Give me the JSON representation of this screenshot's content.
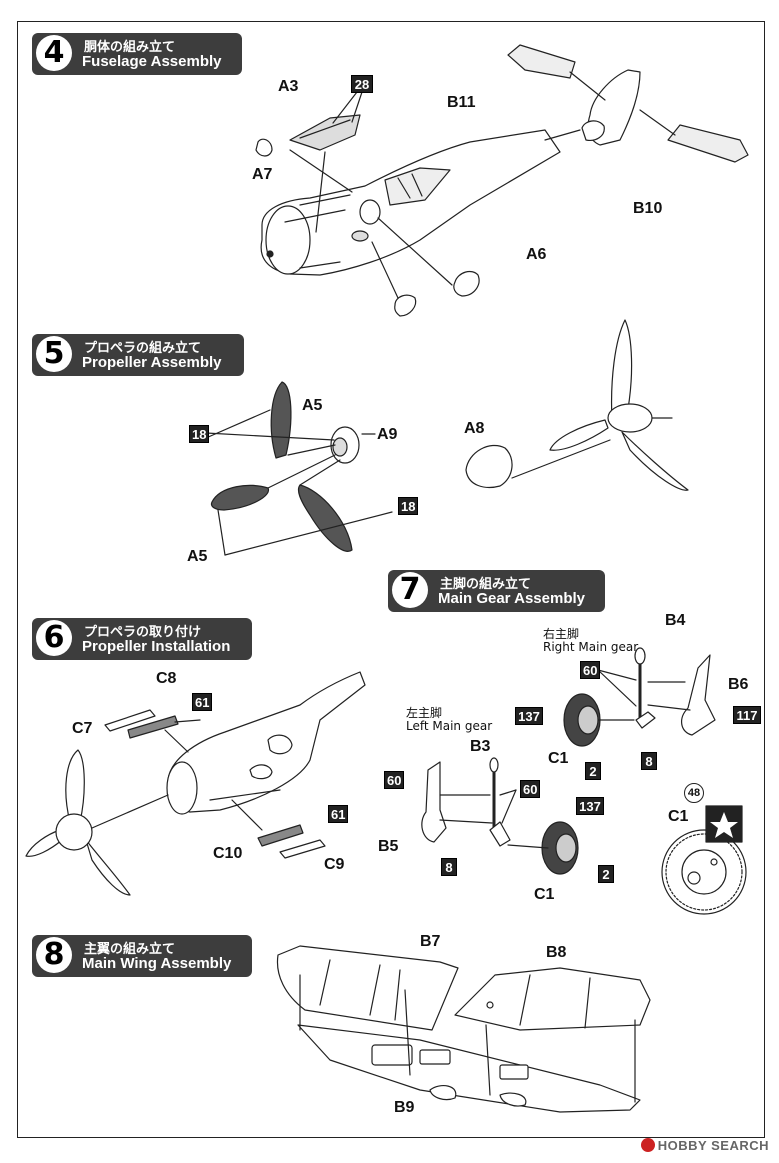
{
  "steps": [
    {
      "number": "4",
      "title_jp": "胴体の組み立て",
      "title_en": "Fuselage Assembly"
    },
    {
      "number": "5",
      "title_jp": "プロペラの組み立て",
      "title_en": "Propeller Assembly"
    },
    {
      "number": "6",
      "title_jp": "プロペラの取り付け",
      "title_en": "Propeller Installation"
    },
    {
      "number": "7",
      "title_jp": "主脚の組み立て",
      "title_en": "Main Gear Assembly"
    },
    {
      "number": "8",
      "title_jp": "主翼の組み立て",
      "title_en": "Main Wing Assembly"
    }
  ],
  "parts": {
    "a3": "A3",
    "a7": "A7",
    "a6": "A6",
    "b11": "B11",
    "b10": "B10",
    "a5": "A5",
    "a9": "A9",
    "a8": "A8",
    "c8": "C8",
    "c7": "C7",
    "c10": "C10",
    "c9": "C9",
    "b4": "B4",
    "b6": "B6",
    "c1": "C1",
    "b3": "B3",
    "b5": "B5",
    "b7": "B7",
    "b8": "B8",
    "b9": "B9"
  },
  "color_codes": {
    "c28": "28",
    "c18": "18",
    "c61": "61",
    "c60": "60",
    "c137": "137",
    "c117": "117",
    "c2": "2",
    "c8": "8"
  },
  "marking": {
    "decal": "48"
  },
  "gear_labels": {
    "right_jp": "右主脚",
    "right_en": "Right Main gear",
    "left_jp": "左主脚",
    "left_en": "Left Main gear"
  },
  "watermark": {
    "text": "HOBBY SEARCH"
  },
  "colors": {
    "header_bg": "#3d3d3d",
    "code_box_bg": "#222222",
    "line": "#222222"
  }
}
